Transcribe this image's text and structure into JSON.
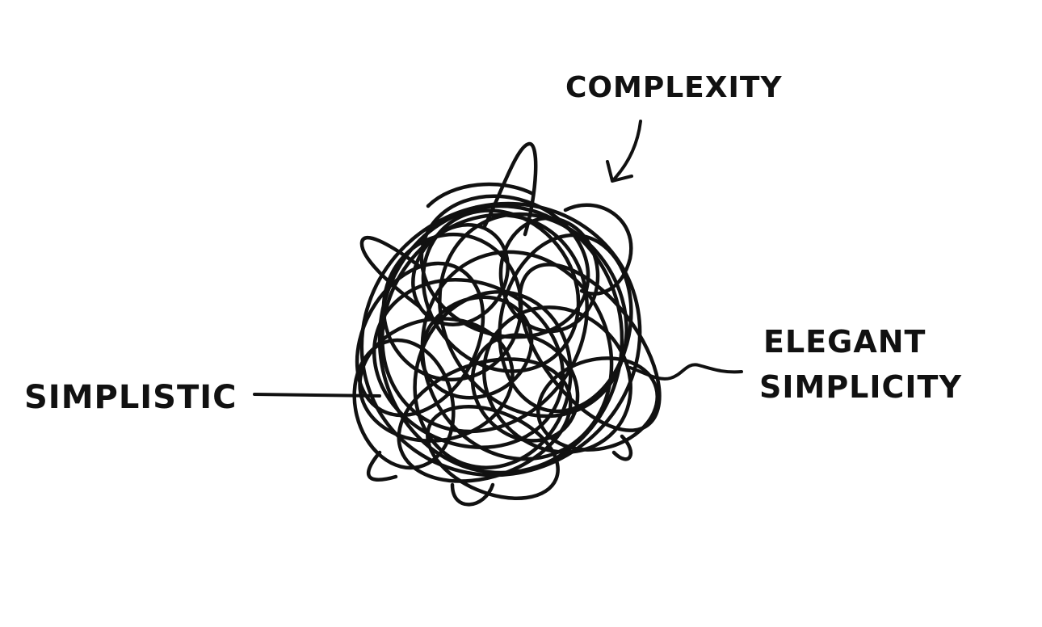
{
  "labels": {
    "complexity": "COMPLEXITY",
    "simplistic": "SIMPLISTIC",
    "elegant_line1": "ELEGANT",
    "elegant_line2": "SIMPLICITY"
  },
  "colors": {
    "ink": "#111111",
    "background": "#ffffff"
  }
}
